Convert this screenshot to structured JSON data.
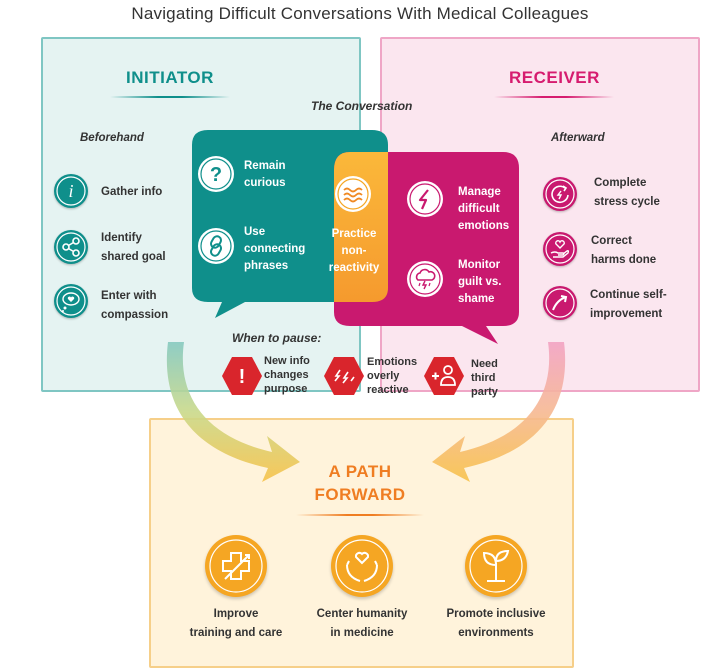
{
  "title": "Navigating Difficult Conversations With Medical Colleagues",
  "initiator": {
    "header": "INITIATOR",
    "subheader": "Beforehand",
    "items": [
      {
        "label_lines": [
          "Gather info"
        ],
        "icon": "info-icon"
      },
      {
        "label_lines": [
          "Identify",
          "shared goal"
        ],
        "icon": "share-icon"
      },
      {
        "label_lines": [
          "Enter with",
          "compassion"
        ],
        "icon": "heart-thought-icon"
      }
    ]
  },
  "receiver": {
    "header": "RECEIVER",
    "subheader": "Afterward",
    "items": [
      {
        "label_lines": [
          "Complete",
          "stress cycle"
        ],
        "icon": "cycle-icon"
      },
      {
        "label_lines": [
          "Correct",
          "harms done"
        ],
        "icon": "heart-hand-icon"
      },
      {
        "label_lines": [
          "Continue self-",
          "improvement"
        ],
        "icon": "growth-arrow-icon"
      }
    ]
  },
  "conversation": {
    "title": "The Conversation",
    "teal": [
      {
        "label_lines": [
          "Remain",
          "curious"
        ],
        "icon": "question-icon"
      },
      {
        "label_lines": [
          "Use",
          "connecting",
          "phrases"
        ],
        "icon": "link-icon"
      }
    ],
    "middle": {
      "label_lines": [
        "Practice",
        "non-",
        "reactivity"
      ],
      "icon": "waves-icon"
    },
    "magenta": [
      {
        "label_lines": [
          "Manage",
          "difficult",
          "emotions"
        ],
        "icon": "lightning-icon"
      },
      {
        "label_lines": [
          "Monitor",
          "guilt vs.",
          "shame"
        ],
        "icon": "storm-cloud-icon"
      }
    ]
  },
  "pause": {
    "title": "When to pause:",
    "items": [
      {
        "label_lines": [
          "New info",
          "changes",
          "purpose"
        ],
        "icon": "exclamation-icon"
      },
      {
        "label_lines": [
          "Emotions",
          "overly",
          "reactive"
        ],
        "icon": "spark-icon"
      },
      {
        "label_lines": [
          "Need",
          "third",
          "party"
        ],
        "icon": "add-person-icon"
      }
    ]
  },
  "path": {
    "title_lines": [
      "A PATH",
      "FORWARD"
    ],
    "items": [
      {
        "label_lines": [
          "Improve",
          "training and care"
        ],
        "icon": "medical-cross-icon"
      },
      {
        "label_lines": [
          "Center humanity",
          "in medicine"
        ],
        "icon": "hands-heart-icon"
      },
      {
        "label_lines": [
          "Promote inclusive",
          "environments"
        ],
        "icon": "sprout-icon"
      }
    ]
  },
  "colors": {
    "teal": "#0f8f8b",
    "teal_light": "#7fc6c3",
    "magenta": "#c9196f",
    "pink_light": "#efa6c6",
    "orange": "#f5a623",
    "orange_text": "#ef7d22",
    "red": "#d9252c",
    "receiver_text": "#d61c6f"
  }
}
